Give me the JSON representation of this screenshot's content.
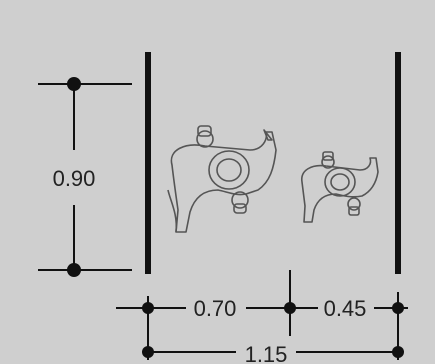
{
  "diagram": {
    "colors": {
      "background": "#cfcfcf",
      "lines": "#111111",
      "figure_stroke": "#555555"
    },
    "labels": {
      "vertical_clearance": "0.90",
      "left_segment": "0.70",
      "right_segment": "0.45",
      "total_width": "1.15"
    },
    "figures": [
      {
        "name": "adult-figure",
        "icon": "person-bending-icon"
      },
      {
        "name": "child-figure",
        "icon": "person-bending-icon"
      }
    ]
  }
}
